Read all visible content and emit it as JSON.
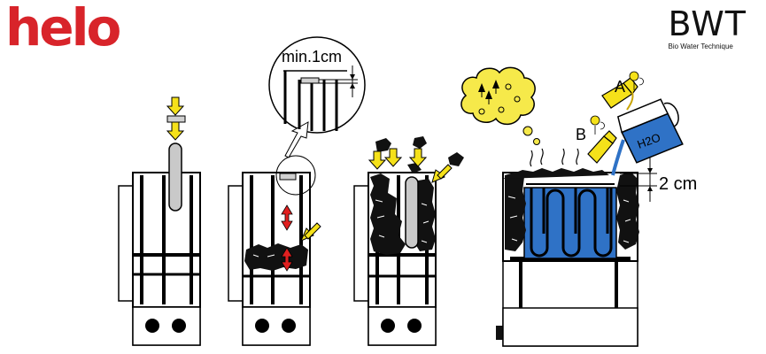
{
  "brand": {
    "helo_logo": "helo",
    "bwt_logo": "BWT",
    "bwt_tagline": "Bio Water Technique"
  },
  "diagram": {
    "gap_label": "min.1cm",
    "water_level_label": "2 cm",
    "label_a": "A",
    "label_b": "B",
    "water_jug_label": "H2O",
    "colors": {
      "arrow_yellow": "#f5e11a",
      "arrow_red": "#e02020",
      "water_blue": "#2f72c6",
      "cloud_yellow": "#f6e94a",
      "helo_red": "#d8242a"
    }
  }
}
